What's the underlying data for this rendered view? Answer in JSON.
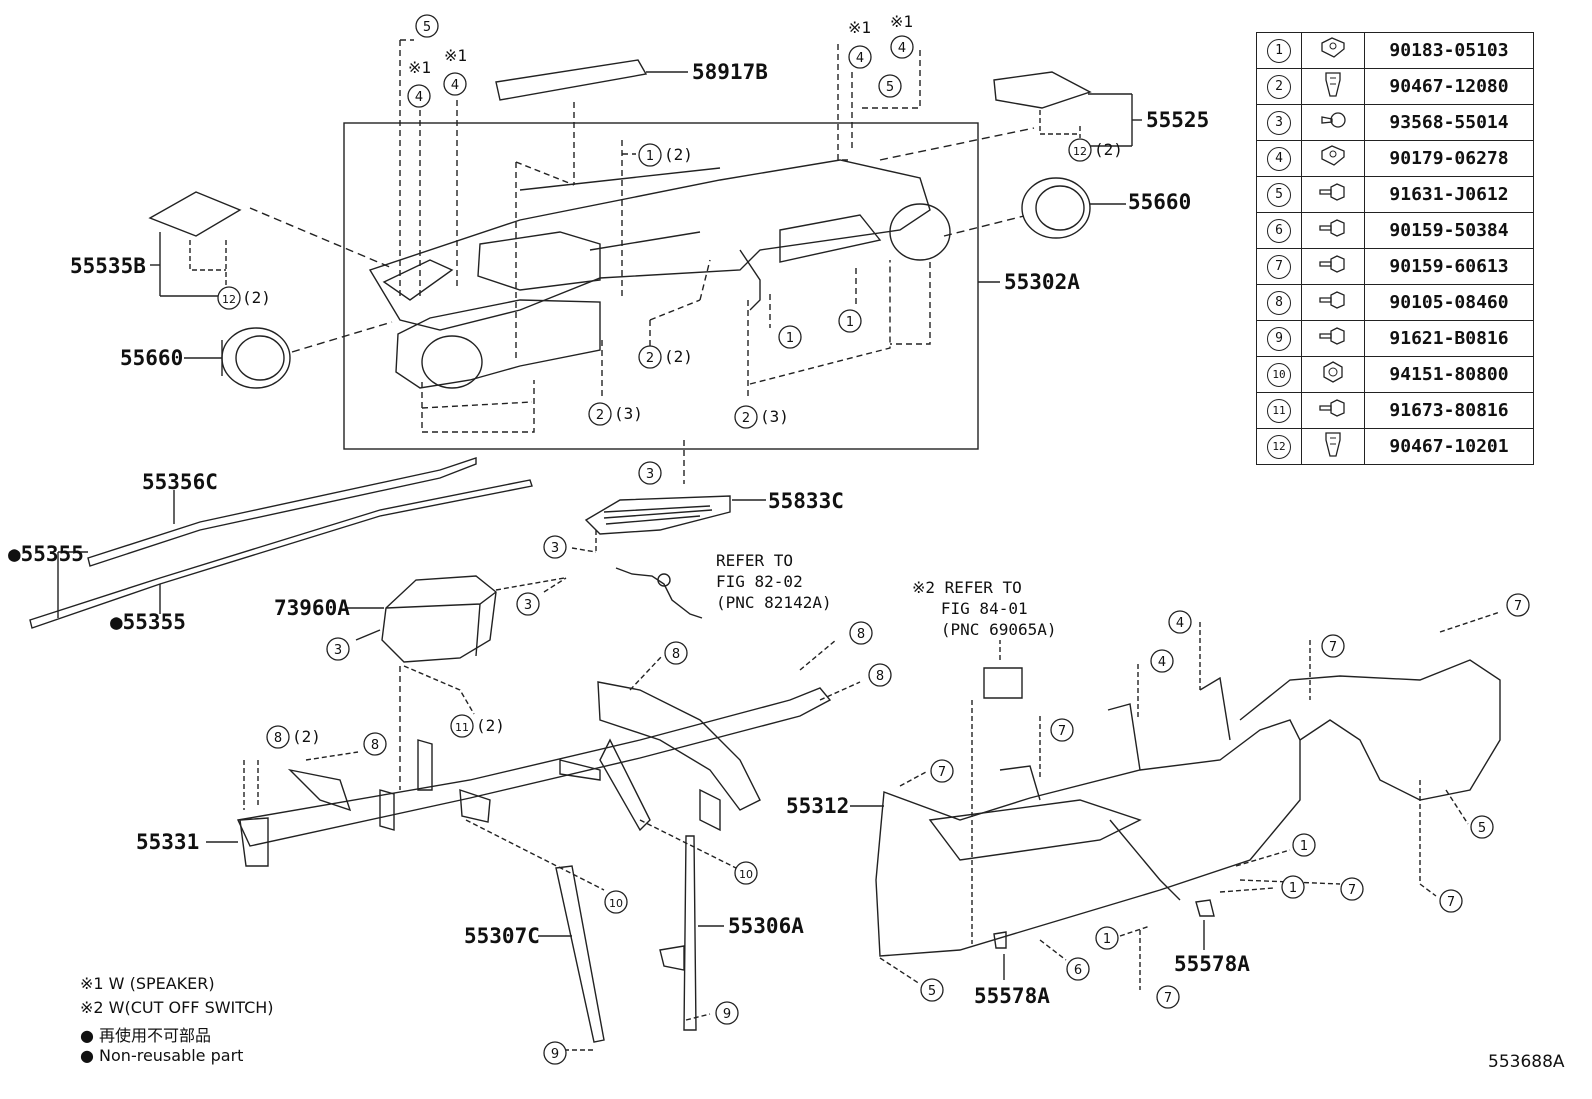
{
  "part_numbers": {
    "p58917B": "58917B",
    "p55525": "55525",
    "p55660_right": "55660",
    "p55535B": "55535B",
    "p55660_left": "55660",
    "p55302A": "55302A",
    "p55356C": "55356C",
    "p55355_a": "●55355",
    "p55355_b": "●55355",
    "p55833C": "55833C",
    "p73960A": "73960A",
    "p55312": "55312",
    "p55331": "55331",
    "p55307C": "55307C",
    "p55306A": "55306A",
    "p55578A_a": "55578A",
    "p55578A_b": "55578A"
  },
  "refer_fig82": "REFER TO\nFIG 82-02\n(PNC 82142A)",
  "refer_fig84": "※2 REFER TO\n   FIG 84-01\n   (PNC 69065A)",
  "qty": {
    "q2": "(2)",
    "q3": "(3)"
  },
  "speaker_mark": "※1",
  "fasteners": [
    {
      "num": "1",
      "icon": "clip-nut",
      "part": "90183-05103"
    },
    {
      "num": "2",
      "icon": "clip",
      "part": "90467-12080"
    },
    {
      "num": "3",
      "icon": "screw",
      "part": "93568-55014"
    },
    {
      "num": "4",
      "icon": "clip-nut",
      "part": "90179-06278"
    },
    {
      "num": "5",
      "icon": "bolt",
      "part": "91631-J0612"
    },
    {
      "num": "6",
      "icon": "bolt",
      "part": "90159-50384"
    },
    {
      "num": "7",
      "icon": "bolt",
      "part": "90159-60613"
    },
    {
      "num": "8",
      "icon": "bolt",
      "part": "90105-08460"
    },
    {
      "num": "9",
      "icon": "bolt",
      "part": "91621-B0816"
    },
    {
      "num": "10",
      "icon": "nut",
      "part": "94151-80800"
    },
    {
      "num": "11",
      "icon": "bolt",
      "part": "91673-80816"
    },
    {
      "num": "12",
      "icon": "clip",
      "part": "90467-10201"
    }
  ],
  "legend": {
    "l1": "※1 W (SPEAKER)",
    "l2": "※2 W(CUT OFF SWITCH)",
    "l3": "● 再使用不可部品",
    "l4": "● Non-reusable part"
  },
  "figure_id": "553688A"
}
